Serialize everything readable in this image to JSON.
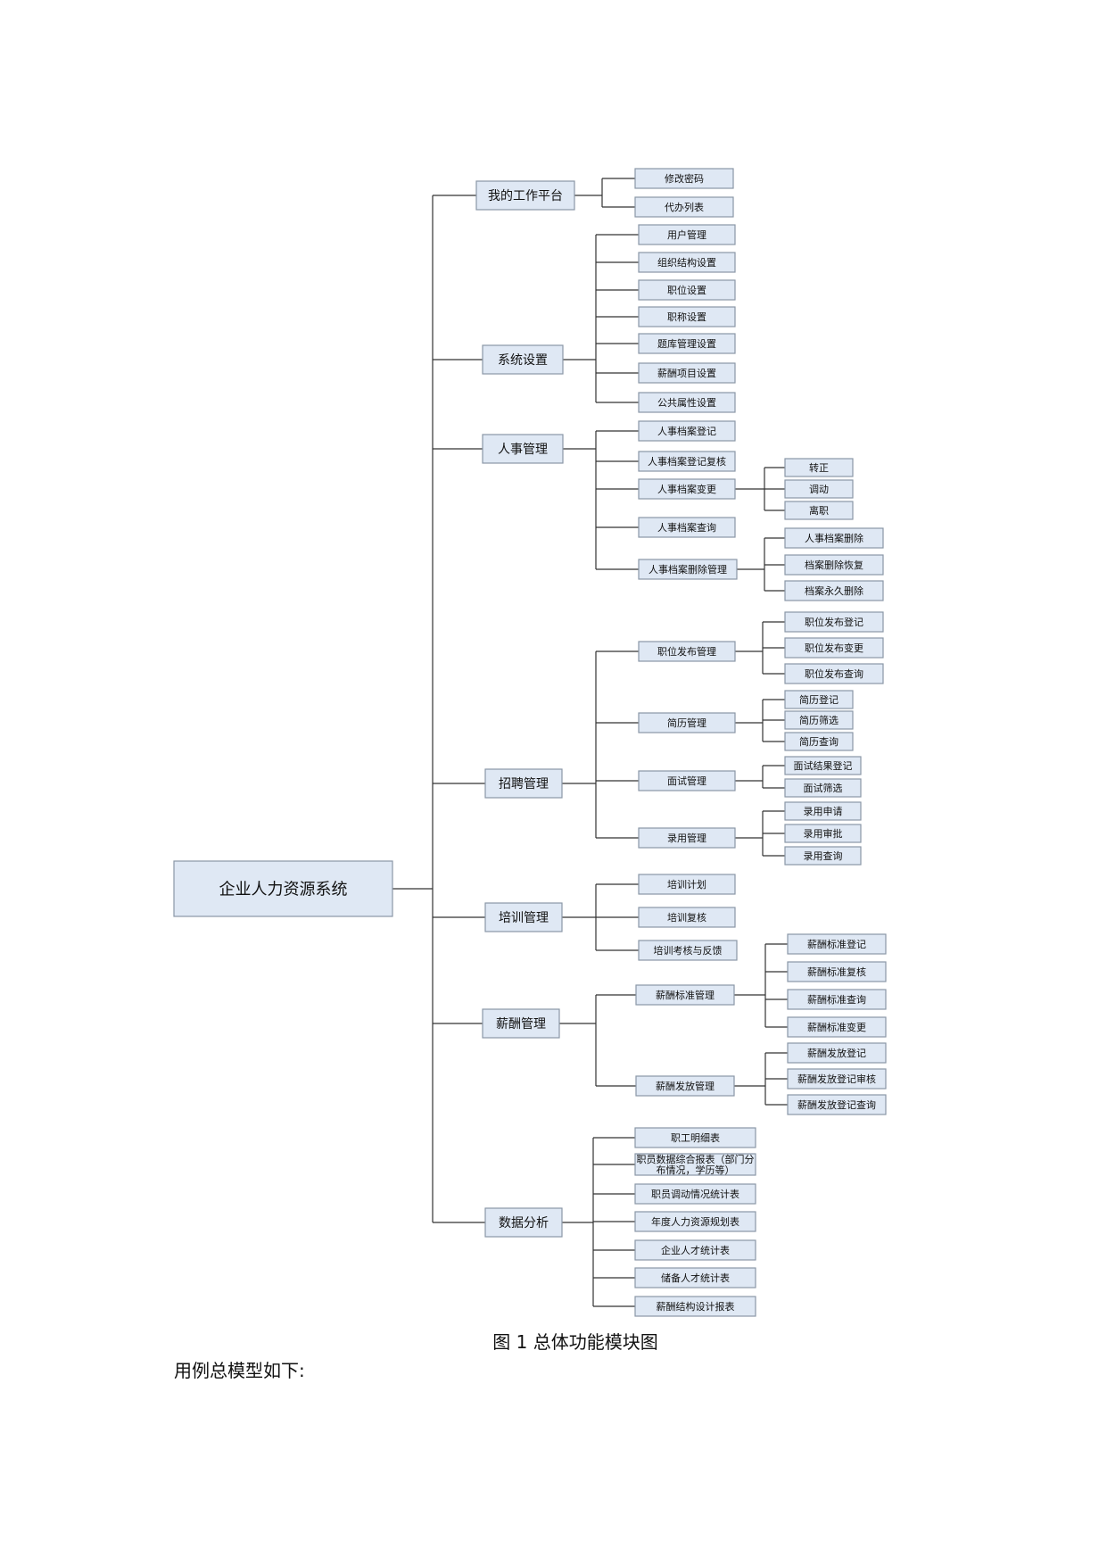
{
  "diagram": {
    "root": "企业人力资源系统",
    "modules": [
      {
        "label": "我的工作平台",
        "children": [
          {
            "label": "修改密码"
          },
          {
            "label": "代办列表"
          }
        ]
      },
      {
        "label": "系统设置",
        "children": [
          {
            "label": "用户管理"
          },
          {
            "label": "组织结构设置"
          },
          {
            "label": "职位设置"
          },
          {
            "label": "职称设置"
          },
          {
            "label": "题库管理设置"
          },
          {
            "label": "薪酬项目设置"
          },
          {
            "label": "公共属性设置"
          }
        ]
      },
      {
        "label": "人事管理",
        "children": [
          {
            "label": "人事档案登记"
          },
          {
            "label": "人事档案登记复核"
          },
          {
            "label": "人事档案变更",
            "children": [
              "转正",
              "调动",
              "离职"
            ]
          },
          {
            "label": "人事档案查询"
          },
          {
            "label": "人事档案删除管理",
            "children": [
              "人事档案删除",
              "档案删除恢复",
              "档案永久删除"
            ]
          }
        ]
      },
      {
        "label": "招聘管理",
        "children": [
          {
            "label": "职位发布管理",
            "children": [
              "职位发布登记",
              "职位发布变更",
              "职位发布查询"
            ]
          },
          {
            "label": "简历管理",
            "children": [
              "简历登记",
              "简历筛选",
              "简历查询"
            ]
          },
          {
            "label": "面试管理",
            "children": [
              "面试结果登记",
              "面试筛选"
            ]
          },
          {
            "label": "录用管理",
            "children": [
              "录用申请",
              "录用审批",
              "录用查询"
            ]
          }
        ]
      },
      {
        "label": "培训管理",
        "children": [
          {
            "label": "培训计划"
          },
          {
            "label": "培训复核"
          },
          {
            "label": "培训考核与反馈"
          }
        ]
      },
      {
        "label": "薪酬管理",
        "children": [
          {
            "label": "薪酬标准管理",
            "children": [
              "薪酬标准登记",
              "薪酬标准复核",
              "薪酬标准查询",
              "薪酬标准变更"
            ]
          },
          {
            "label": "薪酬发放管理",
            "children": [
              "薪酬发放登记",
              "薪酬发放登记审核",
              "薪酬发放登记查询"
            ]
          }
        ]
      },
      {
        "label": "数据分析",
        "children": [
          {
            "label": "职工明细表"
          },
          {
            "label": "职员数据综合报表（部门分布情况，学历等）"
          },
          {
            "label": "职员调动情况统计表"
          },
          {
            "label": "年度人力资源规划表"
          },
          {
            "label": "企业人才统计表"
          },
          {
            "label": "储备人才统计表"
          },
          {
            "label": "薪酬结构设计报表"
          }
        ]
      }
    ]
  },
  "caption": "图 1  总体功能模块图",
  "paragraph": "用例总模型如下:"
}
